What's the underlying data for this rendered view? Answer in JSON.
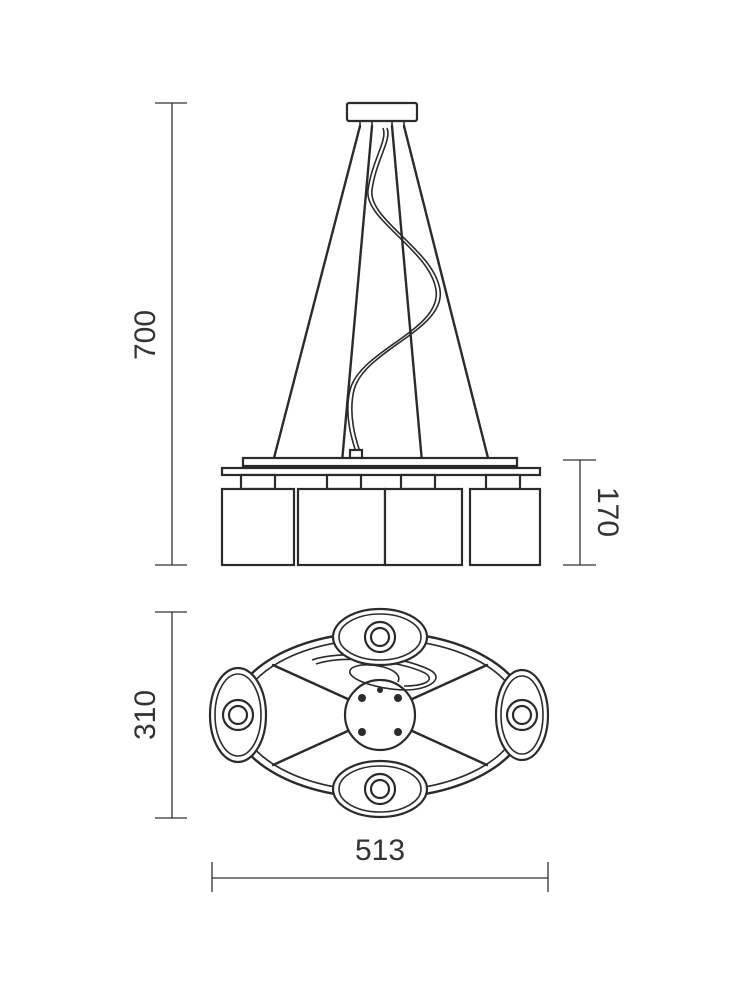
{
  "dimensions": {
    "total_height": "700",
    "shade_height": "170",
    "depth": "310",
    "width": "513"
  }
}
